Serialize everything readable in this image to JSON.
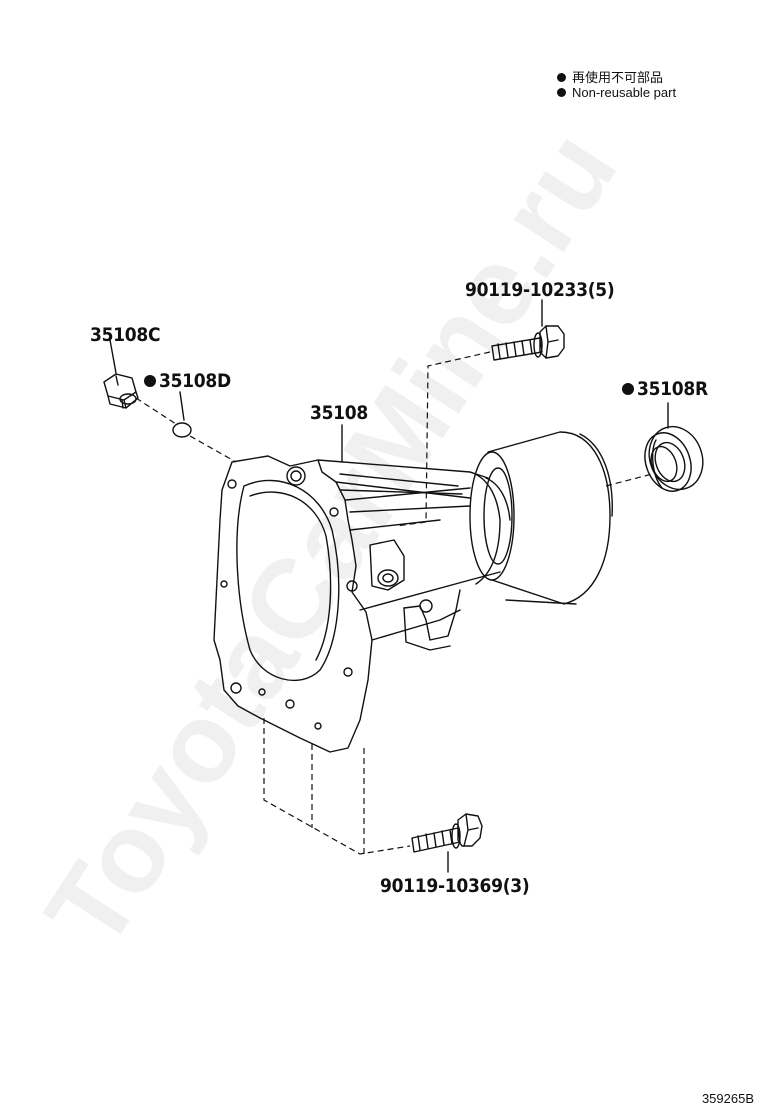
{
  "legend": {
    "line1": "再使用不可部品",
    "line2": "Non-reusable part"
  },
  "parts": {
    "drain_plug": "35108C",
    "gasket": "35108D",
    "housing": "35108",
    "oil_seal": "35108R",
    "upper_bolt": "90119-10233(5)",
    "lower_bolt": "90119-10369(3)"
  },
  "figure_number": "359265B",
  "watermark": "ToyotaCarMine.ru"
}
